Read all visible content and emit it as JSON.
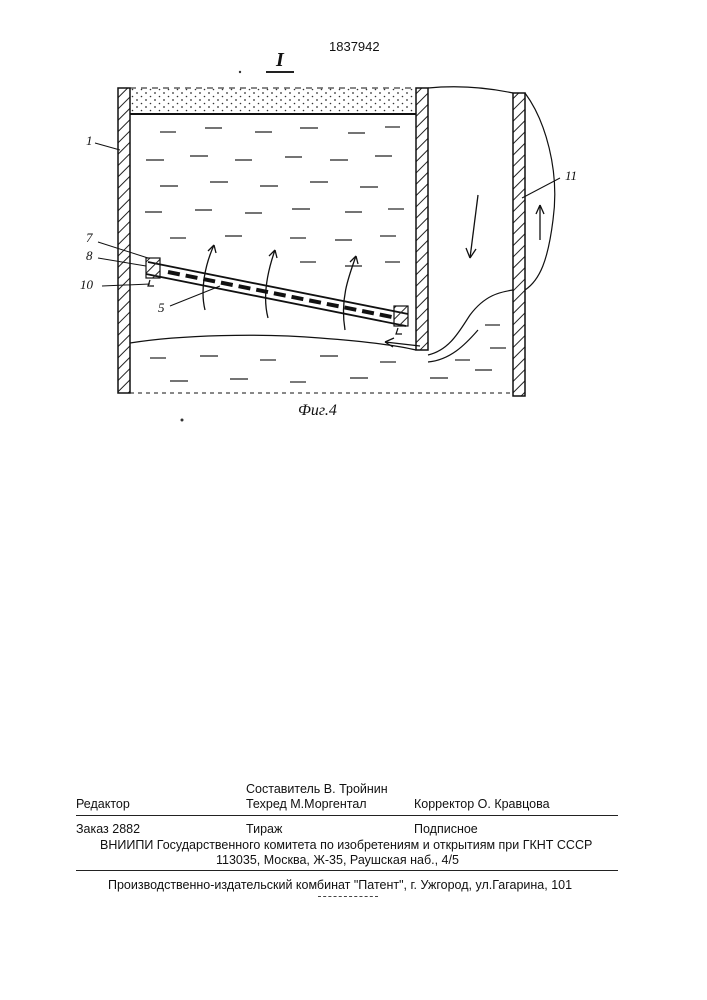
{
  "patent_number": "1837942",
  "section_mark": "I",
  "figure": {
    "caption": "Фиг.4",
    "labels": {
      "l1": "1",
      "l7": "7",
      "l8": "8",
      "l10": "10",
      "l5": "5",
      "l11": "11"
    }
  },
  "imprint": {
    "compiler": "Составитель  В. Тройнин",
    "editor": "Редактор",
    "tech_editor": "Техред М.Моргентал",
    "corrector": "Корректор  О. Кравцова",
    "order": "Заказ  2882",
    "circulation": "Тираж",
    "subscription": "Подписное",
    "institute": "ВНИИПИ Государственного комитета по изобретениям и открытиям при ГКНТ СССР",
    "address": "113035, Москва, Ж-35, Раушская наб., 4/5",
    "publisher": "Производственно-издательский комбинат \"Патент\", г. Ужгород, ул.Гагарина, 101"
  }
}
